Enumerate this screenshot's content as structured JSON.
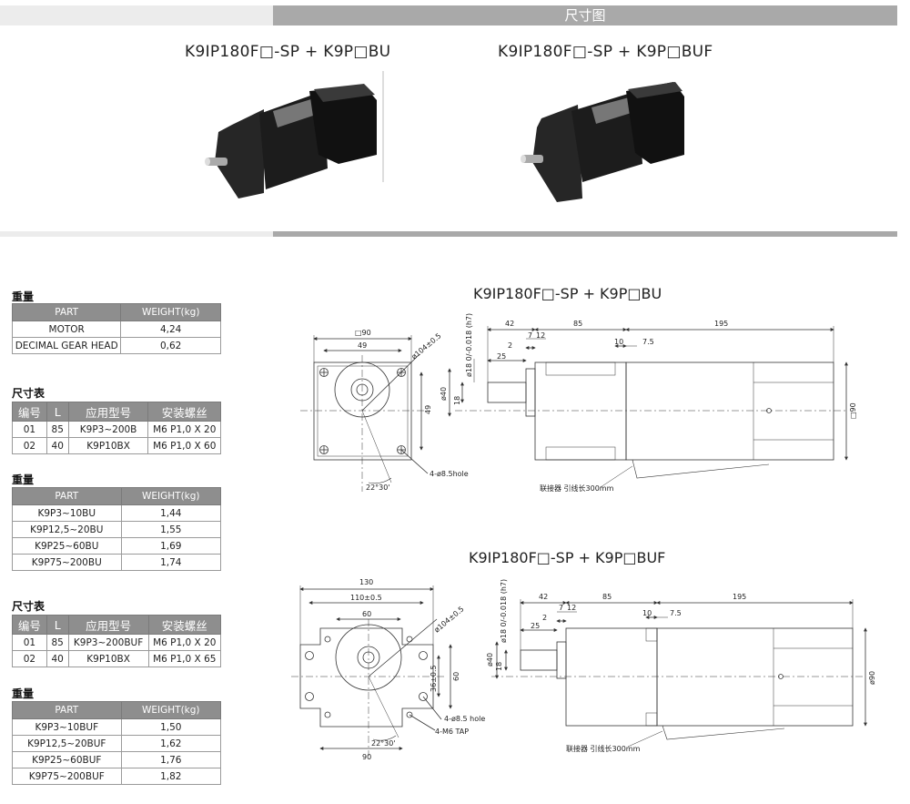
{
  "header": {
    "title": "尺寸图"
  },
  "products": [
    {
      "title": "K9IP180F□-SP + K9P□BU"
    },
    {
      "title": "K9IP180F□-SP + K9P□BUF"
    }
  ],
  "weight_table_1": {
    "label": "重量",
    "headers": [
      "PART",
      "WEIGHT(kg)"
    ],
    "rows": [
      [
        "MOTOR",
        "4,24"
      ],
      [
        "DECIMAL GEAR HEAD",
        "0,62"
      ]
    ]
  },
  "dim_table_1": {
    "label": "尺寸表",
    "headers": [
      "编号",
      "L",
      "应用型号",
      "安装螺丝"
    ],
    "rows": [
      [
        "01",
        "85",
        "K9P3~200B",
        "M6 P1,0 X 20"
      ],
      [
        "02",
        "40",
        "K9P10BX",
        "M6 P1,0 X 60"
      ]
    ]
  },
  "weight_table_2": {
    "label": "重量",
    "headers": [
      "PART",
      "WEIGHT(kg)"
    ],
    "rows": [
      [
        "K9P3~10BU",
        "1,44"
      ],
      [
        "K9P12,5~20BU",
        "1,55"
      ],
      [
        "K9P25~60BU",
        "1,69"
      ],
      [
        "K9P75~200BU",
        "1,74"
      ]
    ]
  },
  "dim_table_2": {
    "label": "尺寸表",
    "headers": [
      "编号",
      "L",
      "应用型号",
      "安装螺丝"
    ],
    "rows": [
      [
        "01",
        "85",
        "K9P3~200BUF",
        "M6 P1,0 X 20"
      ],
      [
        "02",
        "40",
        "K9P10BX",
        "M6 P1,0 X 65"
      ]
    ]
  },
  "weight_table_3": {
    "label": "重量",
    "headers": [
      "PART",
      "WEIGHT(kg)"
    ],
    "rows": [
      [
        "K9P3~10BUF",
        "1,50"
      ],
      [
        "K9P12,5~20BUF",
        "1,62"
      ],
      [
        "K9P25~60BUF",
        "1,76"
      ],
      [
        "K9P75~200BUF",
        "1,82"
      ]
    ]
  },
  "drawing_1": {
    "title": "K9IP180F□-SP + K9P□BU",
    "front": {
      "sq": "□90",
      "w49": "49",
      "dia": "ø104±0.5",
      "h49": "49",
      "holes": "4-ø8.5hole",
      "angle": "22°30'"
    },
    "side": {
      "d42": "42",
      "d85": "85",
      "d195": "195",
      "d7": "7",
      "d12": "12",
      "d2": "2",
      "d25": "25",
      "d10": "10",
      "d75": "7.5",
      "shaft": "ø18 0/-0.018 (h7)",
      "d40": "ø40",
      "d18": "18",
      "h90": "□90",
      "cable": "联接器 引线长300mm"
    }
  },
  "drawing_2": {
    "title": "K9IP180F□-SP + K9P□BUF",
    "front": {
      "w130": "130",
      "w110": "110±0.5",
      "w60": "60",
      "dia": "ø104±0.5",
      "h36": "36±0.5",
      "h60": "60",
      "holes": "4-ø8.5 hole",
      "tap": "4-M6 TAP",
      "angle": "22°30'",
      "w90": "90"
    },
    "side": {
      "d42": "42",
      "d85": "85",
      "d195": "195",
      "d7": "7",
      "d12": "12",
      "d2": "2",
      "d25": "25",
      "d10": "10",
      "d75": "7.5",
      "shaft": "ø18 0/-0.018 (h7)",
      "d40": "ø40",
      "d18": "18",
      "h90": "ø90",
      "cable": "联接器 引线长300mm"
    }
  }
}
